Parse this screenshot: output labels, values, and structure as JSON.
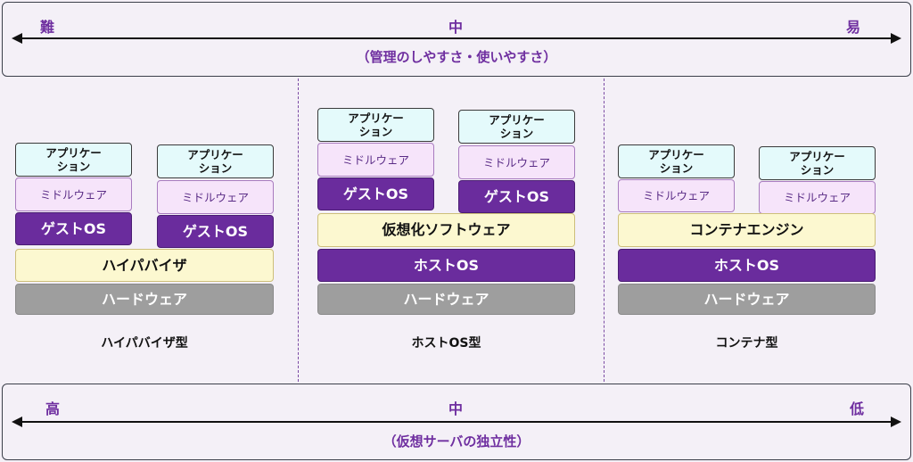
{
  "top_scale": {
    "left": "難",
    "center": "中",
    "right": "易",
    "caption": "（管理のしやすさ・使いやすさ）"
  },
  "bottom_scale": {
    "left": "高",
    "center": "中",
    "right": "低",
    "caption": "（仮想サーバの独立性）"
  },
  "hypervisor": {
    "label": "ハイパバイザ型",
    "app": "アプリケー\nション",
    "middleware": "ミドルウェア",
    "guest_os": "ゲストOS",
    "virtual_layer": "ハイパバイザ",
    "hardware": "ハードウェア"
  },
  "hostos": {
    "label": "ホストOS型",
    "app": "アプリケー\nション",
    "middleware": "ミドルウェア",
    "guest_os": "ゲストOS",
    "virtual_layer": "仮想化ソフトウェア",
    "host_os": "ホストOS",
    "hardware": "ハードウェア"
  },
  "container": {
    "label": "コンテナ型",
    "app": "アプリケー\nション",
    "middleware": "ミドルウェア",
    "engine": "コンテナエンジン",
    "host_os": "ホストOS",
    "hardware": "ハードウェア"
  },
  "colors": {
    "accent_purple": "#6a2c9d",
    "application_fill": "#e4fafb",
    "middleware_fill": "#f6e4fa",
    "virtualization_fill": "#fcf8d0",
    "hardware_fill": "#9e9e9e"
  }
}
